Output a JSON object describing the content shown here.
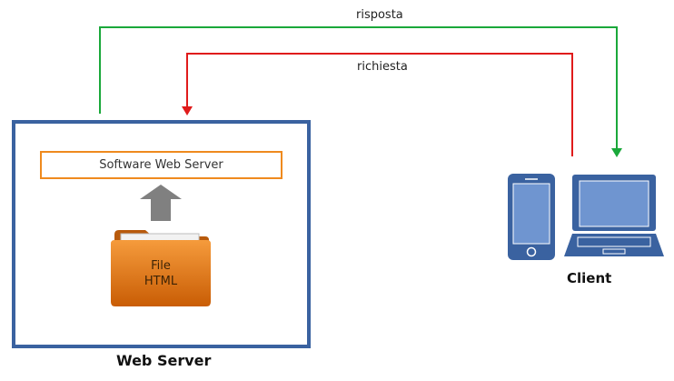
{
  "labels": {
    "response": "risposta",
    "request": "richiesta"
  },
  "server": {
    "title": "Web Server",
    "software_label": "Software Web Server",
    "folder_line1": "File",
    "folder_line2": "HTML"
  },
  "client": {
    "title": "Client"
  },
  "colors": {
    "response_arrow": "#1aa83a",
    "request_arrow": "#e01b1b",
    "server_border": "#3a62a0",
    "software_border": "#ef8a1e",
    "folder": "#e6760f",
    "device": "#3a62a0"
  }
}
